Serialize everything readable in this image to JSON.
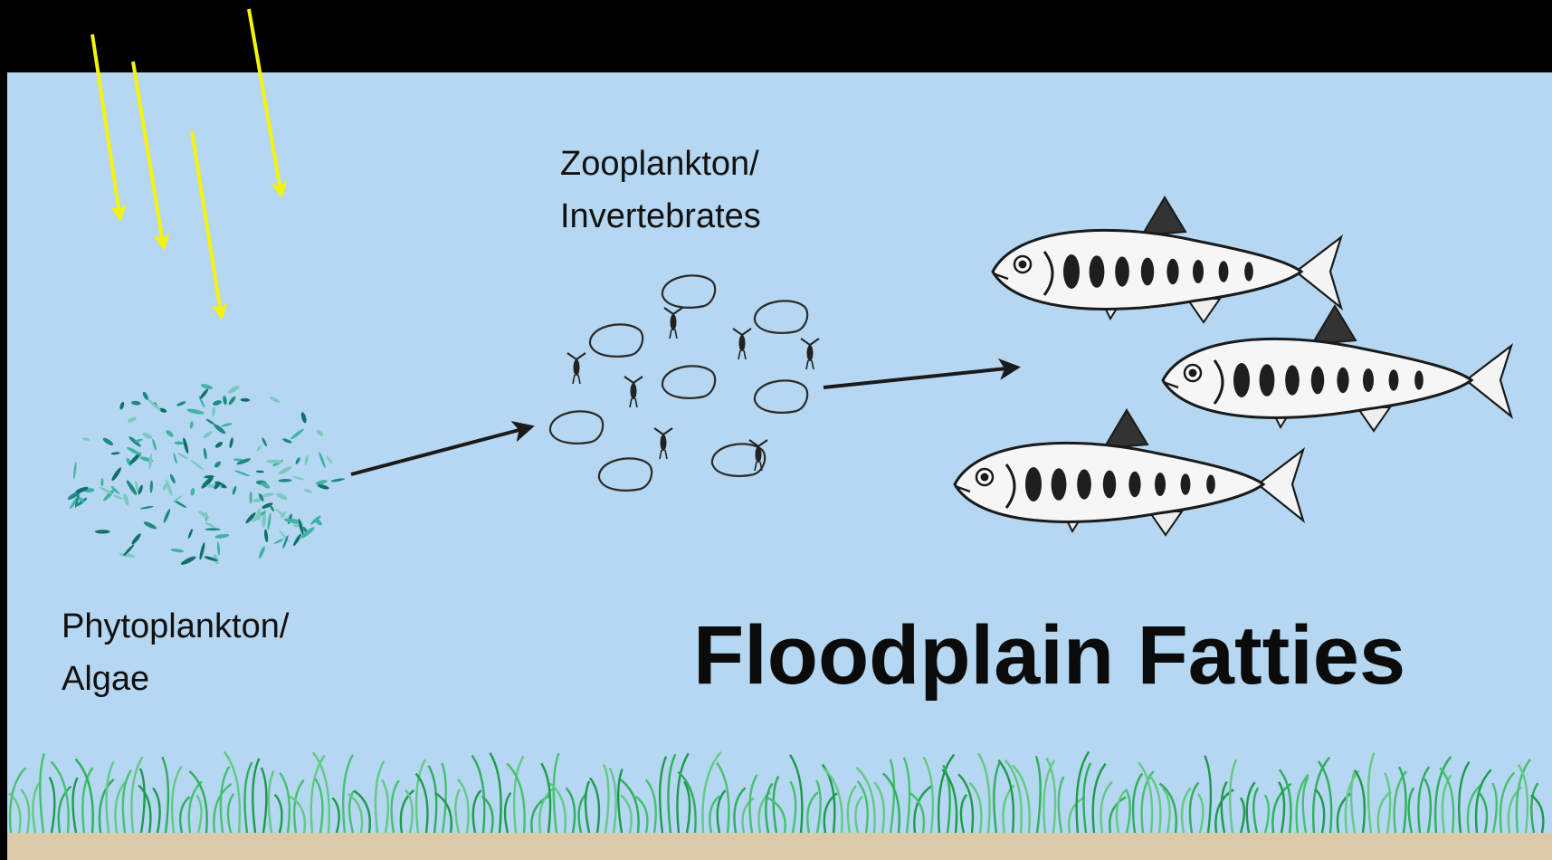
{
  "title": "Floodplain Fatties",
  "nodes": {
    "phytoplankton": {
      "label": "Phytoplankton/\nAlgae"
    },
    "zooplankton": {
      "label": "Zooplankton/\nInvertebrates"
    },
    "fish": {
      "count": 3
    }
  },
  "edges": [
    {
      "from": "sunlight",
      "to": "phytoplankton"
    },
    {
      "from": "phytoplankton",
      "to": "zooplankton"
    },
    {
      "from": "zooplankton",
      "to": "fish"
    }
  ],
  "colors": {
    "water": "#b5d7f1",
    "sediment": "#dcc9a9",
    "sun_ray": "#f5f20c",
    "grass": "#2fae5c",
    "algae": "#1d8a84",
    "arrow": "#1a1a1a"
  }
}
